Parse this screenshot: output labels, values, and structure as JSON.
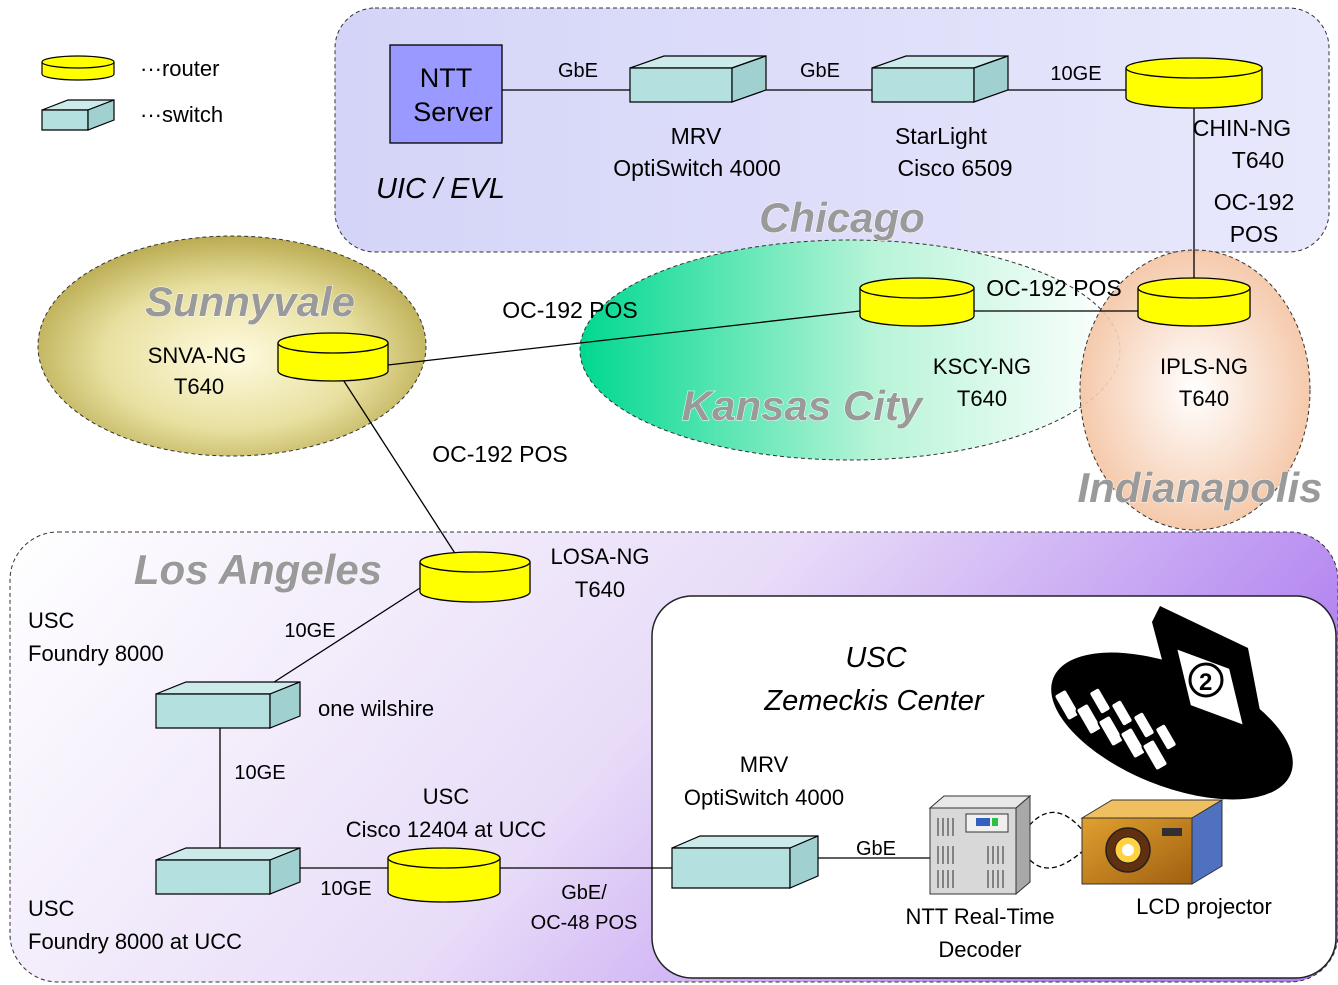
{
  "legend": {
    "router": "···router",
    "switch": "···switch"
  },
  "regions": {
    "chicago": "Chicago",
    "sunnyvale": "Sunnyvale",
    "kansas_city": "Kansas City",
    "indianapolis": "Indianapolis",
    "los_angeles": "Los Angeles"
  },
  "chicago": {
    "site": "UIC / EVL",
    "ntt_server": [
      "NTT",
      "Server"
    ],
    "mrv": [
      "MRV",
      "OptiSwitch 4000"
    ],
    "starlight": [
      "StarLight",
      "Cisco 6509"
    ],
    "chin": [
      "CHIN-NG",
      "T640"
    ],
    "link_server_mrv": "GbE",
    "link_mrv_starlight": "GbE",
    "link_starlight_chin": "10GE",
    "link_chin_ipls": [
      "OC-192",
      "POS"
    ]
  },
  "backbone": {
    "snva": [
      "SNVA-NG",
      "T640"
    ],
    "kscy": [
      "KSCY-NG",
      "T640"
    ],
    "ipls": [
      "IPLS-NG",
      "T640"
    ],
    "losa": [
      "LOSA-NG",
      "T640"
    ],
    "link_snva_kscy": "OC-192 POS",
    "link_kscy_ipls": "OC-192 POS",
    "link_snva_losa": "OC-192 POS"
  },
  "los_angeles": {
    "foundry": [
      "USC",
      "Foundry 8000"
    ],
    "one_wilshire": "one wilshire",
    "foundry_ucc": [
      "USC",
      "Foundry 8000 at UCC"
    ],
    "cisco": [
      "USC",
      "Cisco 12404 at UCC"
    ],
    "link_losa_foundry": "10GE",
    "link_foundry_foundry": "10GE",
    "link_foundry_cisco": "10GE",
    "link_cisco_mrv": [
      "GbE/",
      "OC-48 POS"
    ]
  },
  "zemeckis": {
    "title": [
      "USC",
      "Zemeckis Center"
    ],
    "mrv": [
      "MRV",
      "OptiSwitch 4000"
    ],
    "link_mrv_decoder": "GbE",
    "decoder": [
      "NTT Real-Time",
      "Decoder"
    ],
    "projector": "LCD projector"
  },
  "colors": {
    "router": "#ffff00",
    "switch": "#b4e0e0",
    "server": "#9999ff",
    "chicago_fill": "#d8d8f8",
    "sunnyvale_fill": "#c8c070",
    "kansas_fill": "#30e090",
    "indy_fill": "#f5c8a8",
    "la_fill": "#c8a0f0",
    "region_text": "#9a9a9a"
  }
}
